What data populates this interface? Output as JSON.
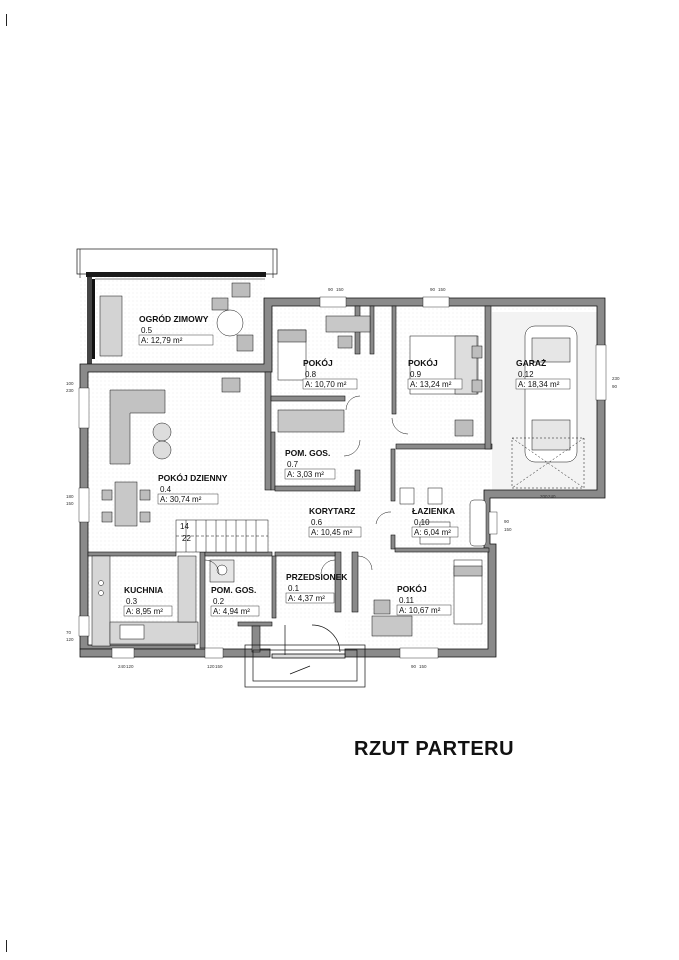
{
  "title": "RZUT PARTERU",
  "rooms": [
    {
      "id": "ogrod",
      "name": "OGRÓD ZIMOWY",
      "number": "0.5",
      "area": "A: 12,79 m²"
    },
    {
      "id": "pokoj08",
      "name": "POKÓJ",
      "number": "0.8",
      "area": "A: 10,70 m²"
    },
    {
      "id": "pokoj09",
      "name": "POKÓJ",
      "number": "0.9",
      "area": "A: 13,24 m²"
    },
    {
      "id": "garaz",
      "name": "GARAŻ",
      "number": "0.12",
      "area": "A: 18,34 m²"
    },
    {
      "id": "pomgos07",
      "name": "POM. GOS.",
      "number": "0.7",
      "area": "A: 3,03 m²"
    },
    {
      "id": "dzienny",
      "name": "POKÓJ DZIENNY",
      "number": "0.4",
      "area": "A: 30,74 m²"
    },
    {
      "id": "korytarz",
      "name": "KORYTARZ",
      "number": "0.6",
      "area": "A: 10,45 m²"
    },
    {
      "id": "lazienka",
      "name": "ŁAZIENKA",
      "number": "0.10",
      "area": "A: 6,04 m²"
    },
    {
      "id": "kuchnia",
      "name": "KUCHNIA",
      "number": "0.3",
      "area": "A: 8,95 m²"
    },
    {
      "id": "pomgos02",
      "name": "POM. GOS.",
      "number": "0.2",
      "area": "A: 4,94 m²"
    },
    {
      "id": "przedsionek",
      "name": "PRZEDSIONEK",
      "number": "0.1",
      "area": "A: 4,37 m²"
    },
    {
      "id": "pokoj11",
      "name": "POKÓJ",
      "number": "0.11",
      "area": "A: 10,67 m²"
    }
  ],
  "stairs": {
    "top": "14",
    "bottom": "22"
  },
  "dimensions": {
    "w1": "90",
    "w1b": "150",
    "w2": "90",
    "w2b": "150",
    "left1": "100",
    "left1b": "230",
    "left2": "180",
    "left2b": "150",
    "left3": "70",
    "left3b": "120",
    "right1": "230",
    "right1b": "90",
    "right2": "90",
    "right2b": "150",
    "bot1": "240",
    "bot1b": "120",
    "bot2": "120",
    "bot2b": "150",
    "bot3": "90",
    "bot3b": "150",
    "gar1": "200",
    "gar1b": "240"
  }
}
